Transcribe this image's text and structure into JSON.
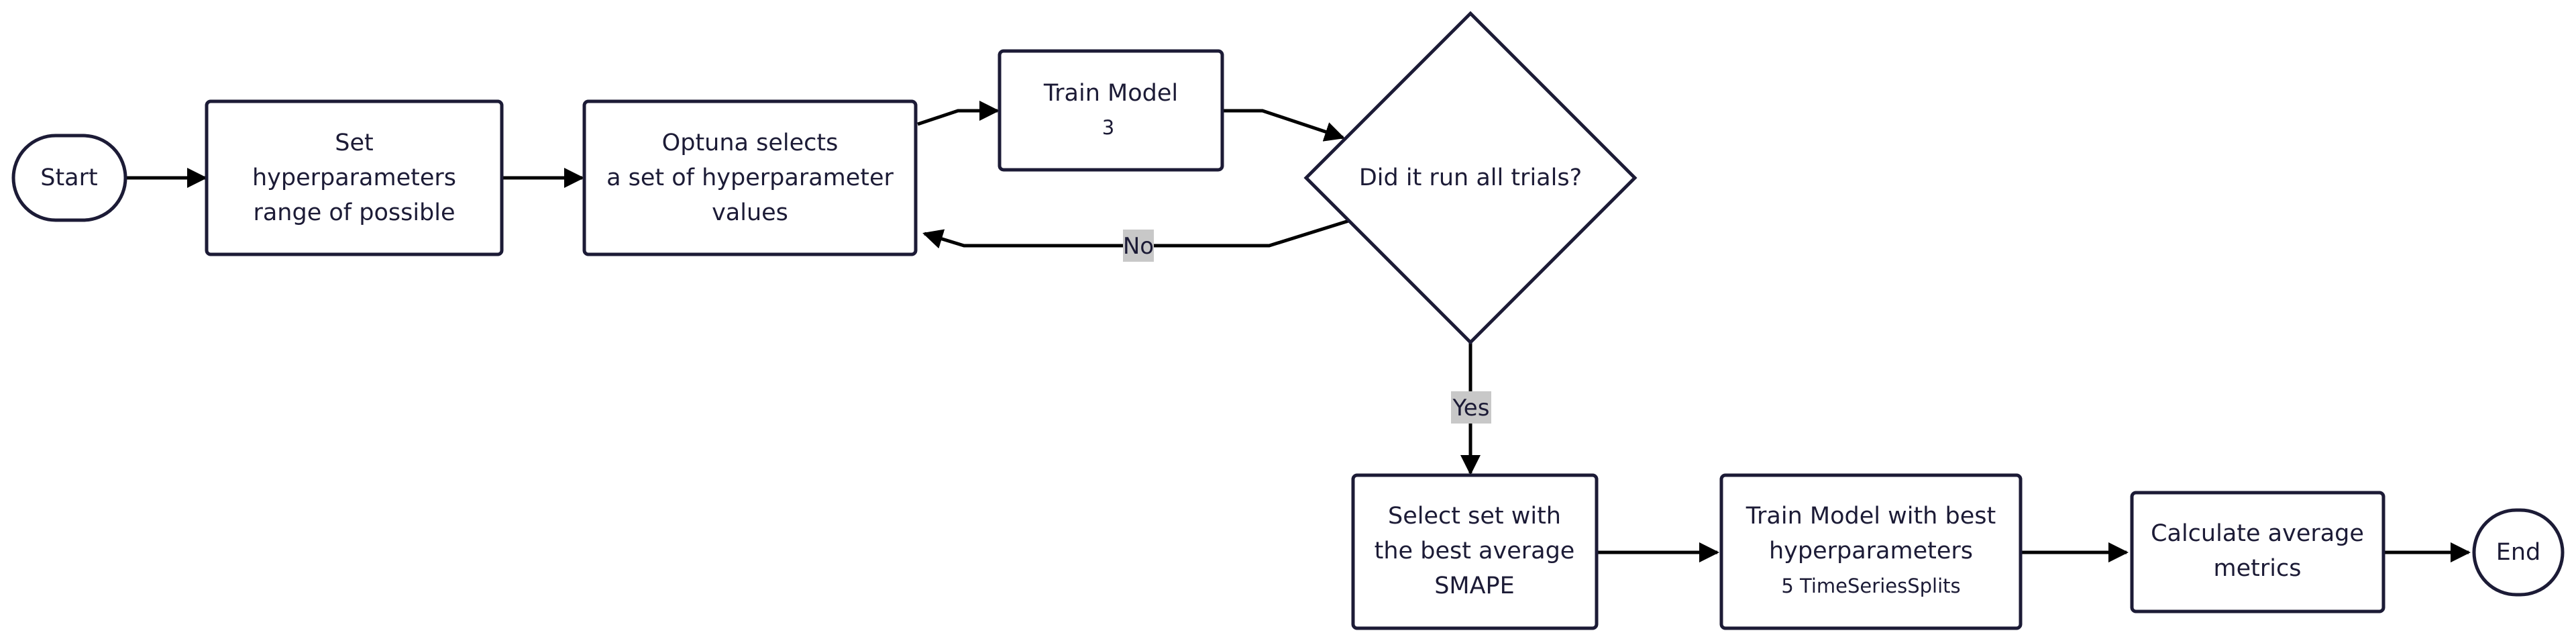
{
  "nodes": {
    "start": {
      "label": "Start"
    },
    "set_range": {
      "lines": [
        "Set",
        "hyperparameters",
        "range of possible"
      ]
    },
    "optuna": {
      "lines": [
        "Optuna selects",
        "a set of hyperparameter",
        "values"
      ]
    },
    "train": {
      "label": "Train Model",
      "sub": "3"
    },
    "decision": {
      "label": "Did it run all trials?"
    },
    "select_best": {
      "lines": [
        "Select set with",
        "the best average",
        "SMAPE"
      ]
    },
    "train_best": {
      "lines": [
        "Train Model with best",
        "hyperparameters"
      ],
      "sub": "5 TimeSeriesSplits"
    },
    "calc": {
      "lines": [
        "Calculate average",
        "metrics"
      ]
    },
    "end": {
      "label": "End"
    }
  },
  "edges": {
    "no_label": "No",
    "yes_label": "Yes"
  },
  "colors": {
    "node_stroke": "#1c1b36",
    "edge": "#000000",
    "label_bg": "#c8c8c8",
    "background": "#ffffff"
  }
}
